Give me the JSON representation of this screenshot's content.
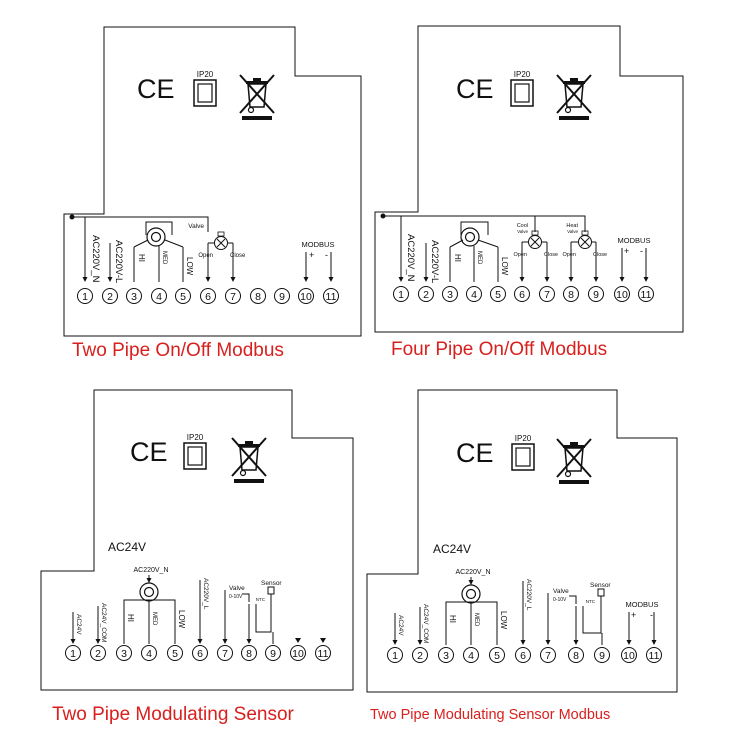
{
  "panels": [
    {
      "title": "Two Pipe On/Off Modbus",
      "ip_label": "IP20",
      "ce_label": "CE",
      "icons": [
        "ce-mark-icon",
        "ip20-box-icon",
        "weee-bin-icon"
      ],
      "terminal_numbers": [
        "1",
        "2",
        "3",
        "4",
        "5",
        "6",
        "7",
        "8",
        "9",
        "10",
        "11"
      ],
      "labels": {
        "t1": "AC220V_N",
        "t2": "AC220V-L",
        "t3": "HI",
        "t4": "MED",
        "t5": "LOW",
        "valve": "Valve",
        "open": "Open",
        "close": "Close",
        "modbus": "MODBUS",
        "plus": "+",
        "minus": "-"
      }
    },
    {
      "title": "Four Pipe On/Off Modbus",
      "ip_label": "IP20",
      "ce_label": "CE",
      "icons": [
        "ce-mark-icon",
        "ip20-box-icon",
        "weee-bin-icon"
      ],
      "terminal_numbers": [
        "1",
        "2",
        "3",
        "4",
        "5",
        "6",
        "7",
        "8",
        "9",
        "10",
        "11"
      ],
      "labels": {
        "t1": "AC220V_N",
        "t2": "AC220V-L",
        "t3": "HI",
        "t4": "MED",
        "t5": "LOW",
        "cool1": "Cool",
        "cool2": "Valve",
        "heat1": "Heat",
        "heat2": "Valve",
        "open": "Open",
        "close": "Close",
        "modbus": "MODBUS",
        "plus": "+",
        "minus": "-"
      }
    },
    {
      "title": "Two Pipe Modulating Sensor",
      "ip_label": "IP20",
      "ce_label": "CE",
      "supply": "AC24V",
      "icons": [
        "ce-mark-icon",
        "ip20-box-icon",
        "weee-bin-icon"
      ],
      "terminal_numbers": [
        "1",
        "2",
        "3",
        "4",
        "5",
        "6",
        "7",
        "8",
        "9",
        "10",
        "11"
      ],
      "labels": {
        "fan_n": "AC220V_N",
        "t1": "AC24V",
        "t2": "AC24V_COM",
        "t3": "HI",
        "t4": "MED",
        "t5": "LOW",
        "t6": "AC220V_L",
        "valve": "Valve",
        "range": "0-10V",
        "sensor": "Sensor",
        "ntc": "NTC"
      }
    },
    {
      "title": "Two Pipe Modulating Sensor Modbus",
      "ip_label": "IP20",
      "ce_label": "CE",
      "supply": "AC24V",
      "icons": [
        "ce-mark-icon",
        "ip20-box-icon",
        "weee-bin-icon"
      ],
      "terminal_numbers": [
        "1",
        "2",
        "3",
        "4",
        "5",
        "6",
        "7",
        "8",
        "9",
        "10",
        "11"
      ],
      "labels": {
        "fan_n": "AC220V_N",
        "t1": "AC24V",
        "t2": "AC24V_COM",
        "t3": "HI",
        "t4": "MED",
        "t5": "LOW",
        "t6": "AC220V_L",
        "valve": "Valve",
        "range": "0-10V",
        "sensor": "Sensor",
        "ntc": "NTC",
        "modbus": "MODBUS",
        "plus": "+",
        "minus": "-"
      }
    }
  ]
}
